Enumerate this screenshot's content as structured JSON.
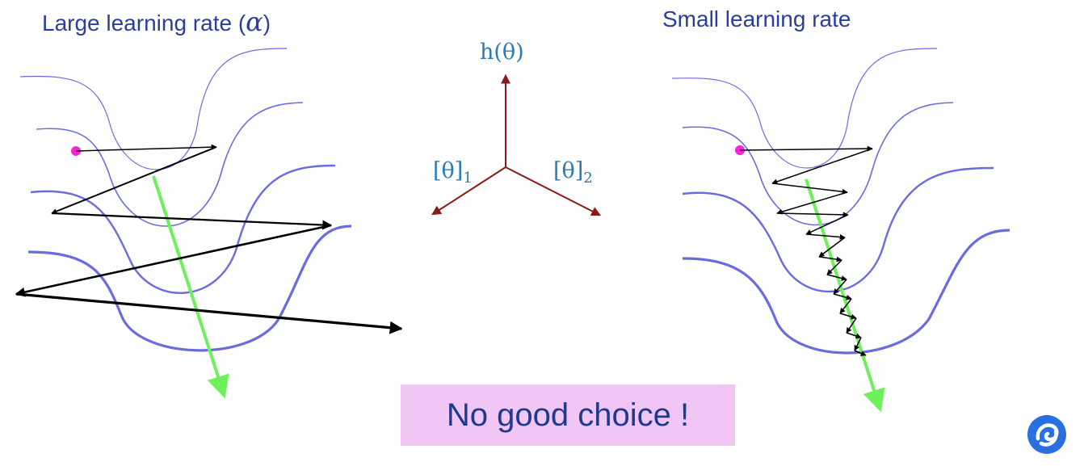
{
  "titles": {
    "left_prefix": "Large learning rate (",
    "left_symbol": "α",
    "left_suffix": ")",
    "right": "Small learning rate"
  },
  "axes": {
    "vertical": "h(θ)",
    "left": "[θ]",
    "left_sub": "1",
    "right": "[θ]",
    "right_sub": "2"
  },
  "callout": "No good choice !",
  "colors": {
    "contour": "#6b6be0",
    "axes": "#8b1a1a",
    "gradient_arrow": "#6ef05a",
    "start_point": "#ff22dd",
    "step_arrow": "#000000",
    "callout_bg": "#f1c6f5",
    "title": "#2a3f9a"
  },
  "logo_icon": "swirl-logo-icon"
}
